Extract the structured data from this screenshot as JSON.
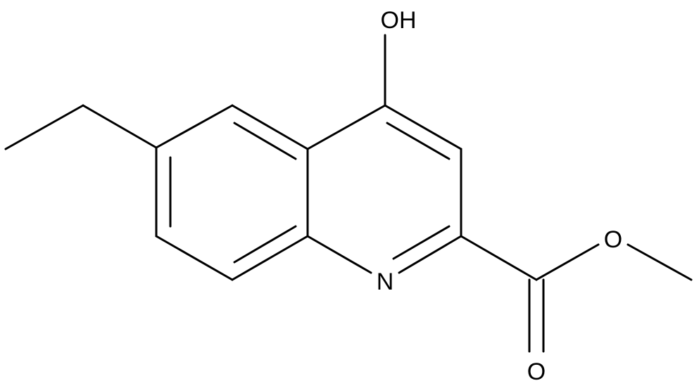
{
  "molecule": {
    "atoms": {
      "hydroxyl": "OH",
      "ring_nitrogen": "N",
      "ester_oxygen": "O",
      "carbonyl_oxygen": "O"
    }
  }
}
